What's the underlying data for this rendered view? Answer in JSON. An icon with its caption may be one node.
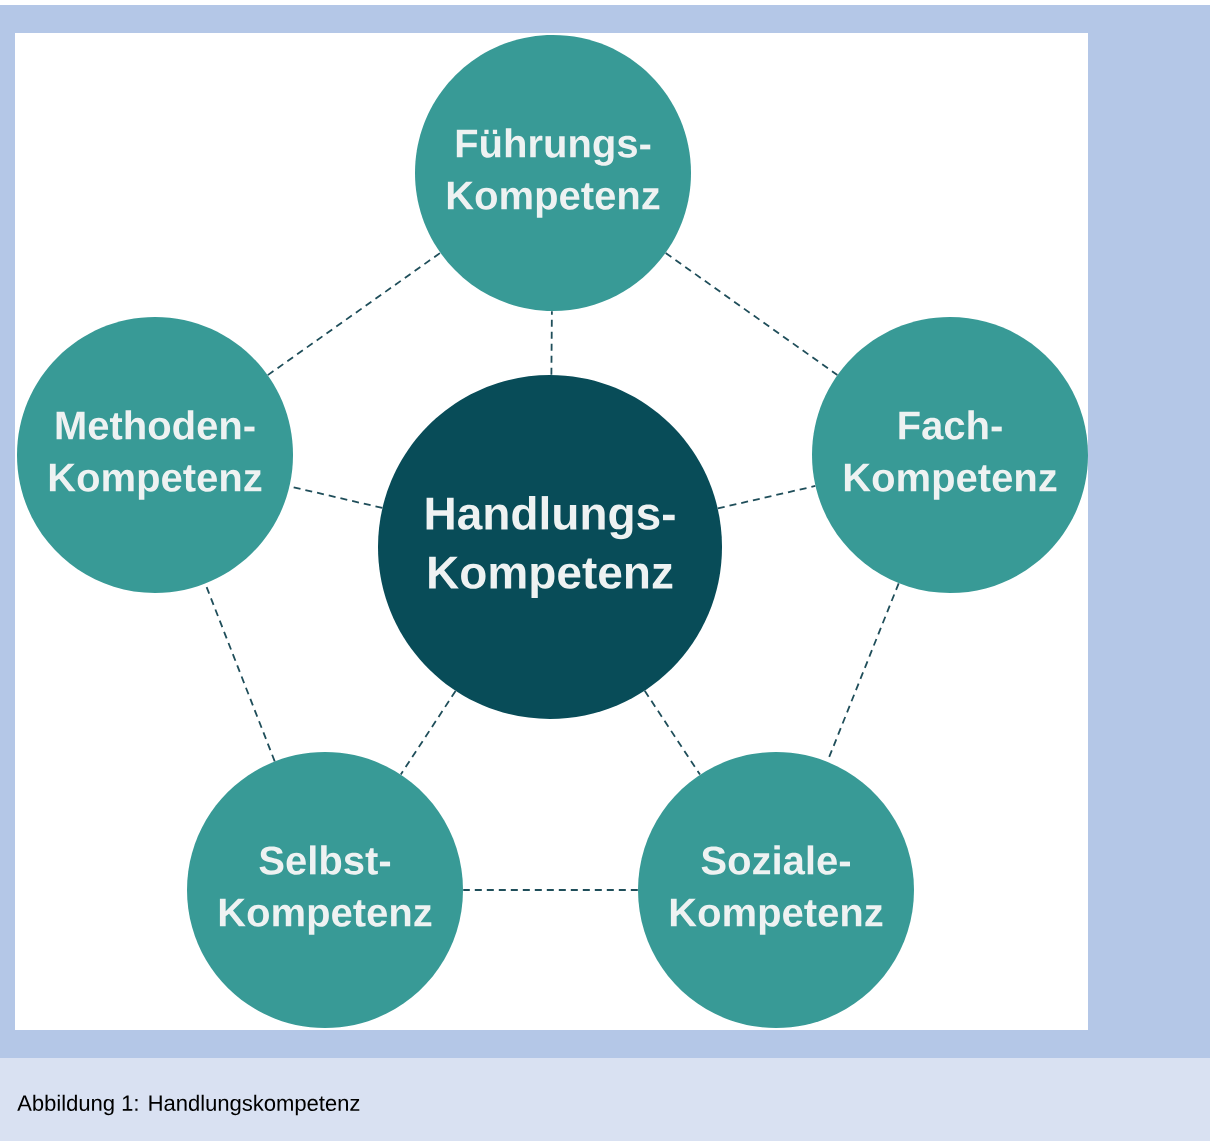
{
  "diagram": {
    "caption": "Abbildung 1:  Handlungskompetenz",
    "nodes": [
      {
        "text": [
          "Führungs- Kompetenz"
        ]
      },
      {
        "text": [
          "Methoden- Kompetenz"
        ]
      },
      {
        "text": [
          "Handlungs- Kompetenz"
        ]
      },
      {
        "text": [
          "Fach- Kompetenz"
        ]
      },
      {
        "text": [
          "Selbst- Kompetenz"
        ]
      },
      {
        "text": [
          "Soziale- Kompetenz"
        ]
      }
    ],
    "edges": [
      {
        "from": 2,
        "to": 0,
        "arrow": "none",
        "style": "dashed"
      },
      {
        "from": 2,
        "to": 1,
        "arrow": "none",
        "style": "dashed"
      },
      {
        "from": 2,
        "to": 3,
        "arrow": "none",
        "style": "dashed"
      },
      {
        "from": 2,
        "to": 4,
        "arrow": "none",
        "style": "dashed"
      },
      {
        "from": 2,
        "to": 5,
        "arrow": "none",
        "style": "dashed"
      },
      {
        "from": 0,
        "to": 3,
        "arrow": "none",
        "style": "dashed"
      },
      {
        "from": 3,
        "to": 5,
        "arrow": "none",
        "style": "dashed"
      },
      {
        "from": 5,
        "to": 4,
        "arrow": "none",
        "style": "dashed"
      },
      {
        "from": 4,
        "to": 1,
        "arrow": "none",
        "style": "dashed"
      },
      {
        "from": 1,
        "to": 0,
        "arrow": "none",
        "style": "dashed"
      }
    ]
  }
}
